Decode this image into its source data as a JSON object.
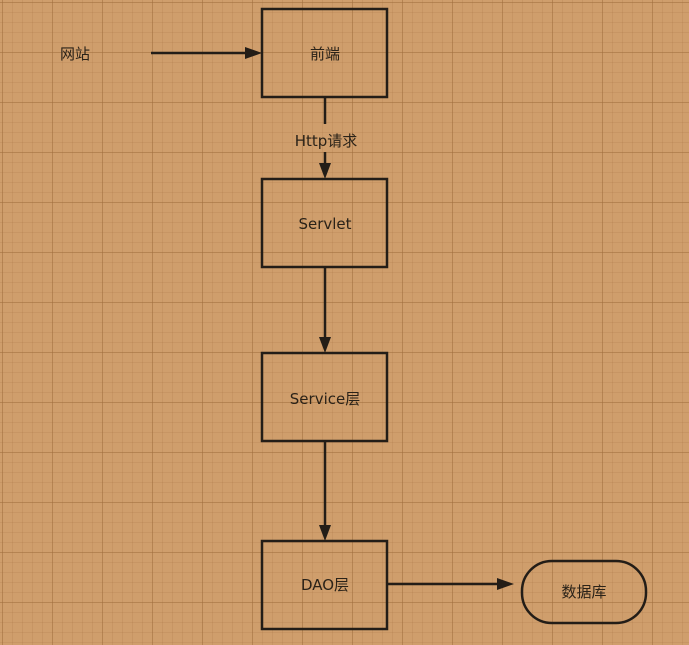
{
  "nodes": {
    "website": "网站",
    "frontend": "前端",
    "servlet": "Servlet",
    "service": "Service层",
    "dao": "DAO层",
    "database": "数据库"
  },
  "edges": {
    "frontend_to_servlet": "Http请求"
  },
  "colors": {
    "background": "#cf9e6c",
    "stroke": "#231d17",
    "text": "#2a2218"
  }
}
